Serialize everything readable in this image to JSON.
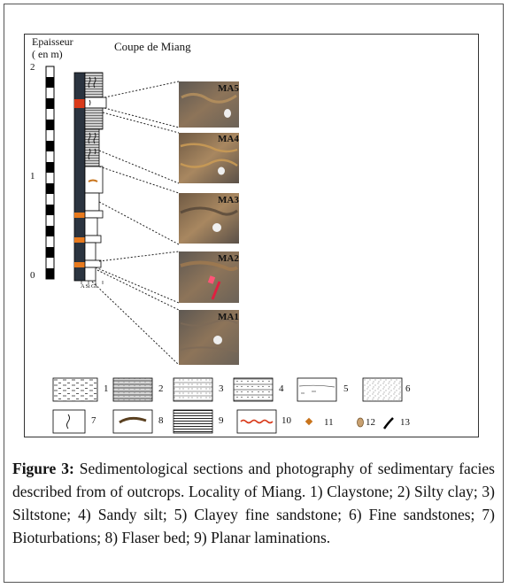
{
  "header": {
    "thickness_label": "Epaisseur",
    "thickness_unit": "( en m)",
    "section_title": "Coupe de Miang"
  },
  "scale_ticks": [
    "2",
    "1",
    "0"
  ],
  "grain_axis_label": "A Si Gf",
  "photos": [
    {
      "label": "MA5"
    },
    {
      "label": "MA4"
    },
    {
      "label": "MA3"
    },
    {
      "label": "MA2"
    },
    {
      "label": "MA1"
    }
  ],
  "legend": [
    {
      "num": "1",
      "pattern": "claystone"
    },
    {
      "num": "2",
      "pattern": "silty-clay"
    },
    {
      "num": "3",
      "pattern": "siltstone"
    },
    {
      "num": "4",
      "pattern": "sandy-silt"
    },
    {
      "num": "5",
      "pattern": "clayey-fine-sandstone"
    },
    {
      "num": "6",
      "pattern": "fine-sandstones"
    },
    {
      "num": "7",
      "pattern": "bioturbations"
    },
    {
      "num": "8",
      "pattern": "flaser-bed"
    },
    {
      "num": "9",
      "pattern": "planar-laminations"
    },
    {
      "num": "10",
      "pattern": "wavy-red-line"
    },
    {
      "num": "11",
      "pattern": "orange-dot"
    },
    {
      "num": "12",
      "pattern": "shell"
    },
    {
      "num": "13",
      "pattern": "black-stroke"
    }
  ],
  "caption": {
    "prefix": "Figure 3:",
    "text": " Sedimentological sections and photography of sedimentary facies described from of outcrops. Locality of Miang. 1) Claystone; 2) Silty clay; 3) Siltstone; 4) Sandy silt; 5) Clayey fine sandstone; 6) Fine sandstones; 7) Bioturbations; 8) Flaser bed; 9) Planar laminations."
  },
  "colors": {
    "orange_band": "#e87a1e",
    "red_band": "#d93a1a",
    "column_dark": "#2b3440",
    "rock_brown": "#8a6a48",
    "rock_grey": "#5d5a55"
  }
}
